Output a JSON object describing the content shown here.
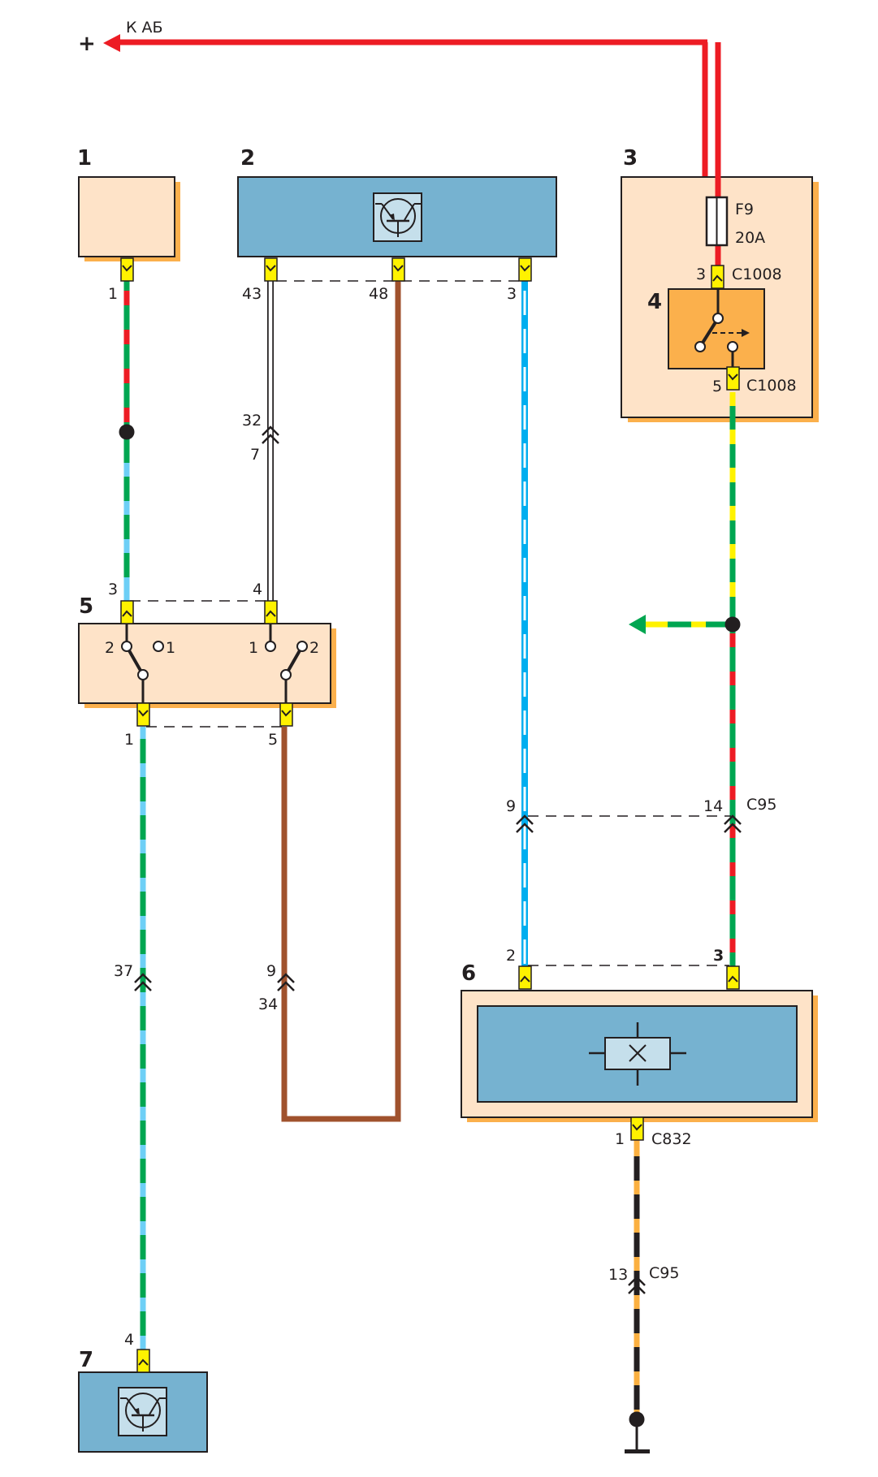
{
  "title": "Wiring diagram",
  "colors": {
    "red": "#ed1c24",
    "green": "#00a651",
    "lightblue": "#6dcff6",
    "blue": "#00aeef",
    "yellow": "#fff200",
    "brown": "#a0522d",
    "orange": "#fbb040",
    "black": "#231f20",
    "module_fill": "#76b2d0",
    "peach_fill": "#fee3c8",
    "relay_fill": "#fbb04c",
    "icon_fill": "#c5dfeb"
  },
  "battery": {
    "symbol": "+",
    "label": "К АБ"
  },
  "components": [
    {
      "id": "1",
      "label": "1"
    },
    {
      "id": "2",
      "label": "2"
    },
    {
      "id": "3",
      "label": "3"
    },
    {
      "id": "4",
      "label": "4"
    },
    {
      "id": "5",
      "label": "5"
    },
    {
      "id": "6",
      "label": "6"
    },
    {
      "id": "7",
      "label": "7"
    }
  ],
  "fuse": {
    "name": "F9",
    "rating": "20A"
  },
  "pins": {
    "c1_pin": "1",
    "c2_pin_a": "43",
    "c2_pin_b": "48",
    "c2_pin_c": "3",
    "inline_32": "32",
    "inline_7": "7",
    "c5_top_left": "3",
    "c5_top_right": "4",
    "c5_bot_left": "1",
    "c5_bot_right": "5",
    "sw_left_2": "2",
    "sw_left_1": "1",
    "sw_right_1": "1",
    "sw_right_2": "2",
    "relay_in": "3",
    "relay_out": "5",
    "c1008_in": "C1008",
    "c1008_out": "C1008",
    "c95_left_pin": "9",
    "c95_right_pin": "14",
    "c95_label_a": "C95",
    "inline_37": "37",
    "inline_9": "9",
    "inline_34": "34",
    "c6_left": "2",
    "c6_right": "3",
    "c832_pin": "1",
    "c832_label": "C832",
    "c95_ground_pin": "13",
    "c95_label_b": "C95",
    "c7_pin": "4"
  }
}
